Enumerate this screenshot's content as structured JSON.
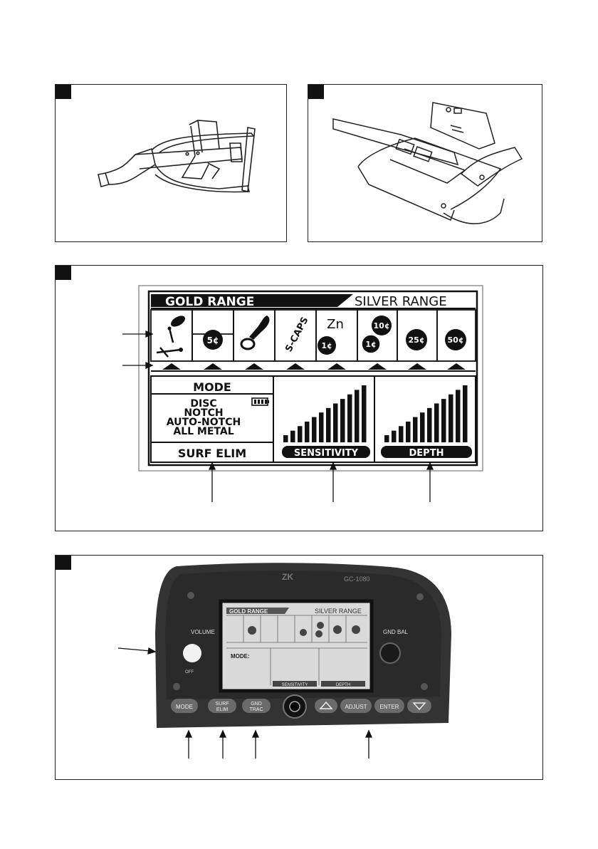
{
  "lcd": {
    "gold_range": "GOLD RANGE",
    "silver_range": "SILVER RANGE",
    "scaps": "S-CAPS",
    "zn": "Zn",
    "coins": [
      "5¢",
      "1¢",
      "10¢",
      "1¢",
      "25¢",
      "50¢"
    ],
    "mode_label": "MODE",
    "modes": [
      "DISC",
      "NOTCH",
      "AUTO-NOTCH",
      "ALL METAL"
    ],
    "surf_elim": "SURF ELIM",
    "sensitivity": "SENSITIVITY",
    "depth": "DEPTH"
  },
  "device": {
    "model": "GC-1080",
    "volume_label": "VOLUME",
    "off_label": "OFF",
    "gnd_bal_label": "GND BAL",
    "screen_gold": "GOLD RANGE",
    "screen_silver": "SILVER RANGE",
    "screen_mode": "MODE:",
    "screen_sensitivity": "SENSITIVITY",
    "screen_depth": "DEPTH",
    "buttons": {
      "mode": "MODE",
      "surf": "SURF",
      "elim": "ELIM",
      "gnd": "GND",
      "trac": "TRAC",
      "adjust": "ADJUST",
      "enter": "ENTER"
    }
  }
}
